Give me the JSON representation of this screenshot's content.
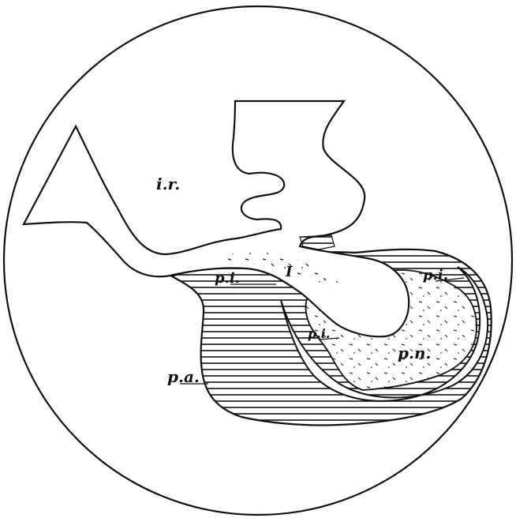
{
  "figure": {
    "ink_color": "#111111",
    "paper_color": "#ffffff",
    "labels": {
      "ir": "i.r.",
      "pi_left": "p.i.",
      "pi_right": "p.i.",
      "pi_center": "p.i.",
      "pn": "p.n.",
      "pa": "p.a.",
      "roman": "I"
    }
  }
}
